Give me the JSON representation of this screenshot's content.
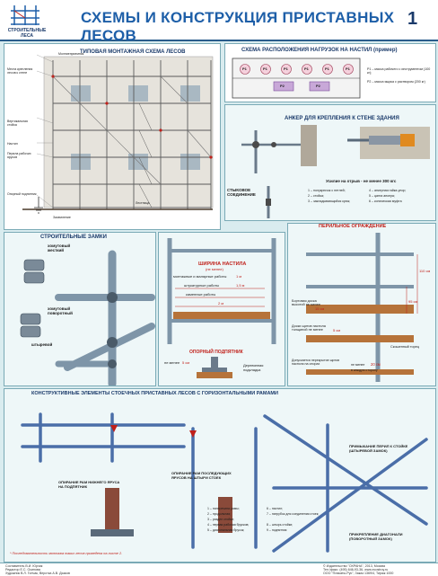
{
  "header": {
    "logo_label": "СТРОИТЕЛЬНЫЕ ЛЕСА",
    "title": "СХЕМЫ И КОНСТРУКЦИЯ ПРИСТАВНЫХ ЛЕСОВ",
    "page_number": "1"
  },
  "panel_mounting": {
    "title": "ТИПОВАЯ МОНТАЖНАЯ СХЕМА ЛЕСОВ",
    "labels": {
      "lightning": "Молниеприемник",
      "anchor": "Места крепления лесов к стене",
      "vertical": "Вертикальная стойка",
      "brace": "Настил",
      "railing": "Перила рабочих ярусов",
      "base": "Опорный подпятник",
      "ground": "Заземление",
      "ladder": "Лестница"
    }
  },
  "panel_load": {
    "title": "СХЕМА РАСПОЛОЖЕНИЯ НАГРУЗОК НА НАСТИЛ (пример)",
    "circles": [
      "P1",
      "P1",
      "P1",
      "P1",
      "P1",
      "P1"
    ],
    "boxes": [
      "P2",
      "P2"
    ],
    "legend": [
      "P1 – масса рабочего с инструментом (100 кг);",
      "P2 – масса ящика с раствором (200 кг)"
    ]
  },
  "panel_anchor": {
    "title": "АНКЕР ДЛЯ КРЕПЛЕНИЯ К СТЕНЕ ЗДАНИЯ",
    "joint": "СТЫКОВОЕ СОЕДИНЕНИЕ",
    "force": "Усилие на отрыв - не менее 300 кгс",
    "items": [
      "1 – полукрючок с петлей;",
      "2 – стойка;",
      "3 – закладывающийся крюк;",
      "4 – анкерная гайка-упор;",
      "5 – цанга анкера;",
      "6 – коническая муфта"
    ]
  },
  "panel_locks": {
    "title": "СТРОИТЕЛЬНЫЕ ЗАМКИ",
    "fixed": "хомутовый жесткий",
    "swivel": "хомутовый поворотный",
    "pin": "штыревой"
  },
  "panel_width": {
    "title": "ШИРИНА НАСТИЛА",
    "subtitle": "(не менее)",
    "rows": [
      {
        "label": "монтажные и малярные работы",
        "value": "1 м"
      },
      {
        "label": "штукатурные работы",
        "value": "1,5 м"
      },
      {
        "label": "каменные работы",
        "value": "2 м"
      }
    ],
    "base_title": "ОПОРНЫЙ ПОДПЯТНИК",
    "base_min": "не менее",
    "base_dim": "5 см",
    "base_label": "Деревянная подкладка"
  },
  "panel_railing": {
    "title": "ПЕРИЛЬНОЕ ОГРАЖДЕНИЕ",
    "h110": "110 см",
    "h95": "95 см",
    "h15": "15 см",
    "toe_board": "Бортовая доска высотой не менее",
    "board_thickness": "Доски щитов настила толщиной не менее",
    "board_thickness_value": "5 см",
    "bevel": "Скошенный торец",
    "overlap": "Допускается перекрытие щитов настила на опорах",
    "overlap_min": "не менее",
    "overlap_value": "20 см",
    "overlap_tail": "в каждую сторону"
  },
  "panel_bottom": {
    "title": "КОНСТРУКТИВНЫЕ ЭЛЕМЕНТЫ СТОЕЧНЫХ ПРИСТАВНЫХ ЛЕСОВ С ГОРИЗОНТАЛЬНЫМИ РАМАМИ",
    "lower_support": "ОПИРАНИЕ РАМ НИЖНЕГО ЯРУСА НА ПОДПЯТНИК",
    "next_support": "ОПИРАНИЕ РАМ ПОСЛЕДУЮЩИХ ЯРУСОВ НА ШТЫРИ СТОЕК",
    "rail_attach": "ПРИМЫКАНИЕ ПЕРИЛ К СТОЙКЕ (ШТЫРЕВОЙ ЗАМОК)",
    "diag_attach": "ПРИКРЕПЛЕНИЕ ДИАГОНАЛИ (ПОВОРОТНЫЙ ЗАМОК)",
    "note": "* Последовательность монтажа таких лесов приведена на листе 2.",
    "items_left": [
      "1 – поперечина рамы;",
      "2 – продольная;",
      "3 – раздел стойки;",
      "4 – первая рабочая брусков;",
      "5 – диагональная брусок;"
    ],
    "items_right": [
      "6 – настил;",
      "7 – патрубок для соединения стоек;",
      "8 – штырь стойки;",
      "9 – подпятник"
    ]
  },
  "footer": {
    "left": "Составитель В.И. Юрчик\nРедактор Е.С. Осипова\nХудожник В.Л. Гончак, Верстка А.В. Дьяков",
    "right": "© Издательство \"ОХРАНА\", 2013, Москва\nТел./факс: (495) 646-93-36, www.ecostroy.ru\nООО \"Плакаты-Рус\", Заказ 1369/4, Тираж 1000"
  }
}
